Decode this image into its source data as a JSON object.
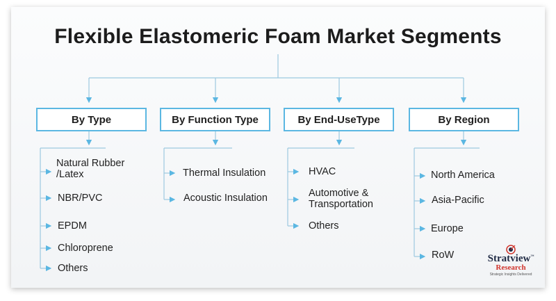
{
  "title": "Flexible Elastomeric Foam Market Segments",
  "colors": {
    "accent": "#5bb7e2",
    "line": "#7fc4e6",
    "text": "#1f1f1f"
  },
  "segments": [
    {
      "label": "By Type",
      "items": [
        "Natural Rubber /Latex",
        "NBR/PVC",
        "EPDM",
        "Chloroprene",
        "Others"
      ]
    },
    {
      "label": "By Function Type",
      "items": [
        "Thermal Insulation",
        "Acoustic Insulation"
      ]
    },
    {
      "label": "By End-UseType",
      "items": [
        "HVAC",
        "Automotive & Transportation",
        "Others"
      ]
    },
    {
      "label": "By Region",
      "items": [
        "North America",
        "Asia-Pacific",
        "Europe",
        "RoW"
      ]
    }
  ],
  "logo": {
    "name": "Stratview",
    "sub": "Research",
    "tagline": "Strategic Insights Delivered",
    "tm": "™"
  }
}
